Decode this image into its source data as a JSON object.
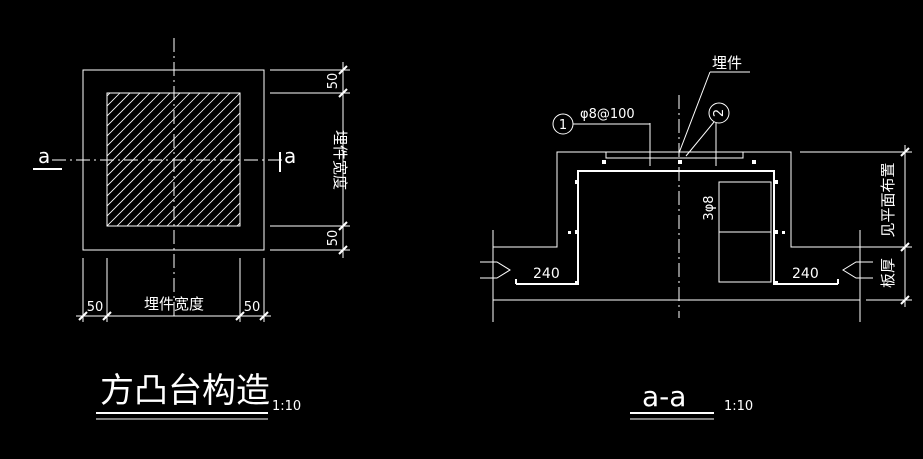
{
  "plan": {
    "title": "方凸台构造",
    "scale": "1:10",
    "section_mark_left": "a",
    "section_mark_right": "a",
    "dim_top": "50",
    "dim_bottom": "50",
    "dim_vertical_mid": "埋件宽度",
    "dim_left": "50",
    "dim_right": "50",
    "dim_horizontal_mid": "埋件宽度"
  },
  "section": {
    "title": "a-a",
    "scale": "1:10",
    "label_embed": "埋件",
    "rebar_1_num": "1",
    "rebar_1_spec": "φ8@100",
    "rebar_2_num": "2",
    "rebar_vertical": "3φ8",
    "dim_left": "240",
    "dim_right": "240",
    "label_see_plan": "见平面布置",
    "label_slab": "板厚"
  }
}
